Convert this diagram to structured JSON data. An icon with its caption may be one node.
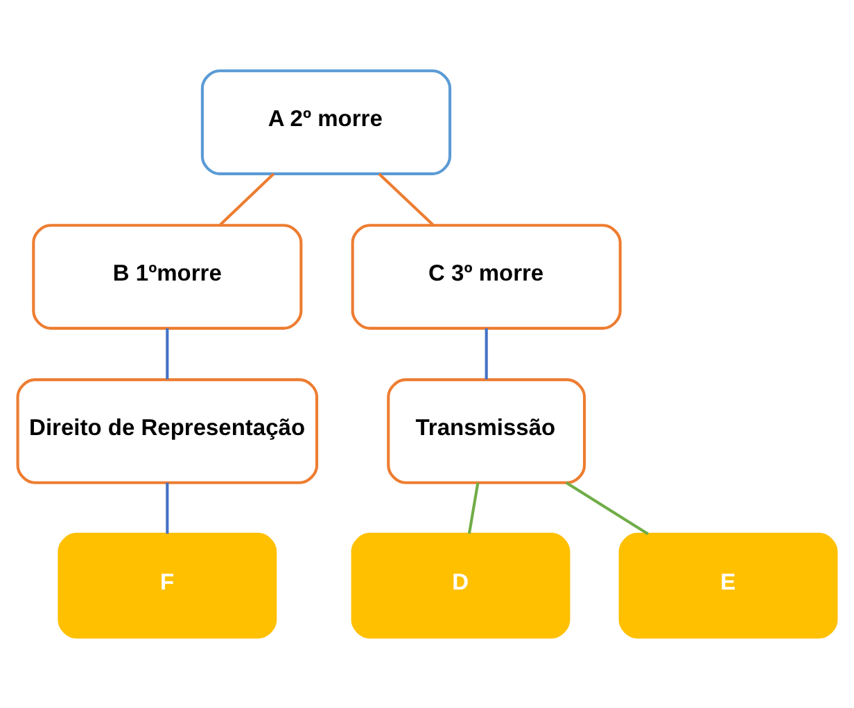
{
  "diagram": {
    "nodes": [
      {
        "text": [
          "A 2º morre"
        ]
      },
      {
        "text": [
          "B 1ºmorre"
        ]
      },
      {
        "text": [
          "C 3º morre"
        ]
      },
      {
        "text": [
          "Direito de Representação"
        ]
      },
      {
        "text": [
          "Transmissão"
        ]
      },
      {
        "text": [
          "F"
        ]
      },
      {
        "text": [
          "D"
        ]
      },
      {
        "text": [
          "E"
        ]
      }
    ],
    "edges": [
      {
        "from": 0,
        "to": 1,
        "arrow": "none",
        "color": "#ed7d31"
      },
      {
        "from": 0,
        "to": 2,
        "arrow": "none",
        "color": "#ed7d31"
      },
      {
        "from": 1,
        "to": 3,
        "arrow": "none"
      },
      {
        "from": 2,
        "to": 4,
        "arrow": "none"
      },
      {
        "from": 3,
        "to": 5,
        "arrow": "none"
      },
      {
        "from": 4,
        "to": 6,
        "arrow": "none",
        "color": "#70ad47"
      },
      {
        "from": 4,
        "to": 7,
        "arrow": "none",
        "color": "#70ad47"
      }
    ]
  }
}
